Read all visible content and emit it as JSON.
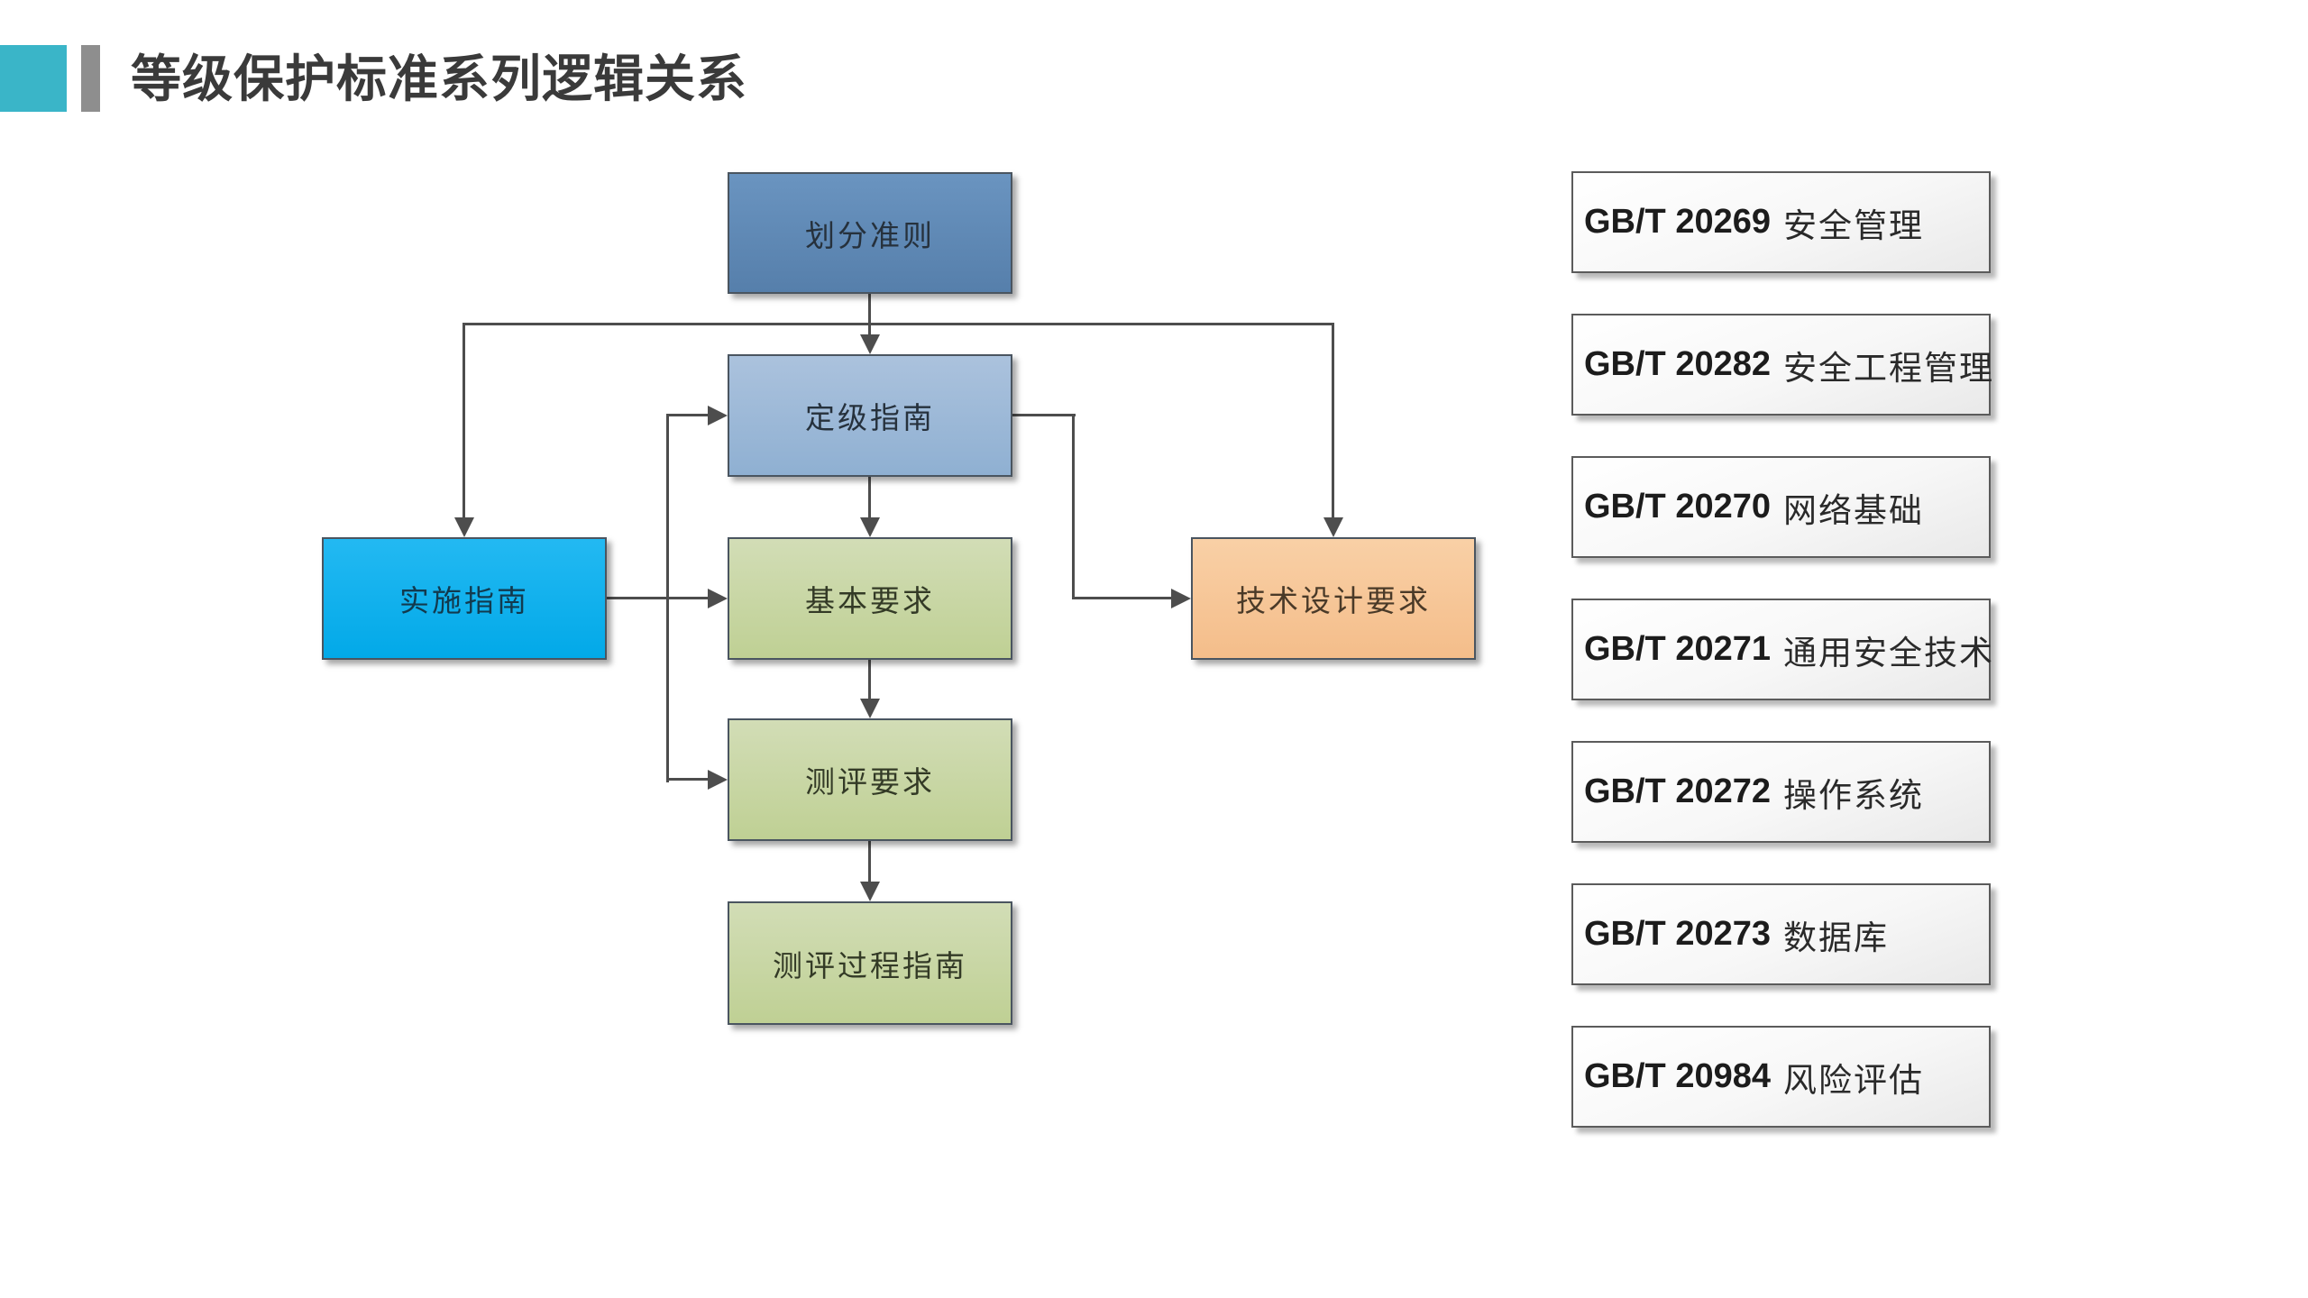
{
  "title": "等级保护标准系列逻辑关系",
  "accent_colors": {
    "teal_square": "#3ab5c8",
    "gray_bar": "#8e8e8e"
  },
  "flow": {
    "nodes": [
      {
        "id": "huafen",
        "label": "划分准则",
        "fill": "#5d89b6"
      },
      {
        "id": "dingji",
        "label": "定级指南",
        "fill": "#9db8d7"
      },
      {
        "id": "shishi",
        "label": "实施指南",
        "fill": "#00b0f0"
      },
      {
        "id": "jiben",
        "label": "基本要求",
        "fill": "#c3d69b"
      },
      {
        "id": "jishu",
        "label": "技术设计要求",
        "fill": "#fac090"
      },
      {
        "id": "ceping",
        "label": "测评要求",
        "fill": "#c3d69b"
      },
      {
        "id": "guocheng",
        "label": "测评过程指南",
        "fill": "#c3d69b"
      }
    ],
    "edges": [
      "划分准则→定级指南",
      "划分准则→实施指南",
      "划分准则→技术设计要求",
      "定级指南→基本要求",
      "定级指南→技术设计要求",
      "实施指南→定级指南",
      "实施指南→基本要求",
      "实施指南→测评要求",
      "基本要求→测评要求",
      "测评要求→测评过程指南"
    ],
    "line_color": "#4d4d4d"
  },
  "standards": [
    {
      "code": "GB/T 20269",
      "name": "安全管理"
    },
    {
      "code": "GB/T 20282",
      "name": "安全工程管理"
    },
    {
      "code": "GB/T 20270",
      "name": "网络基础"
    },
    {
      "code": "GB/T 20271",
      "name": "通用安全技术"
    },
    {
      "code": "GB/T 20272",
      "name": "操作系统"
    },
    {
      "code": "GB/T 20273",
      "name": "数据库"
    },
    {
      "code": "GB/T 20984",
      "name": "风险评估"
    }
  ]
}
